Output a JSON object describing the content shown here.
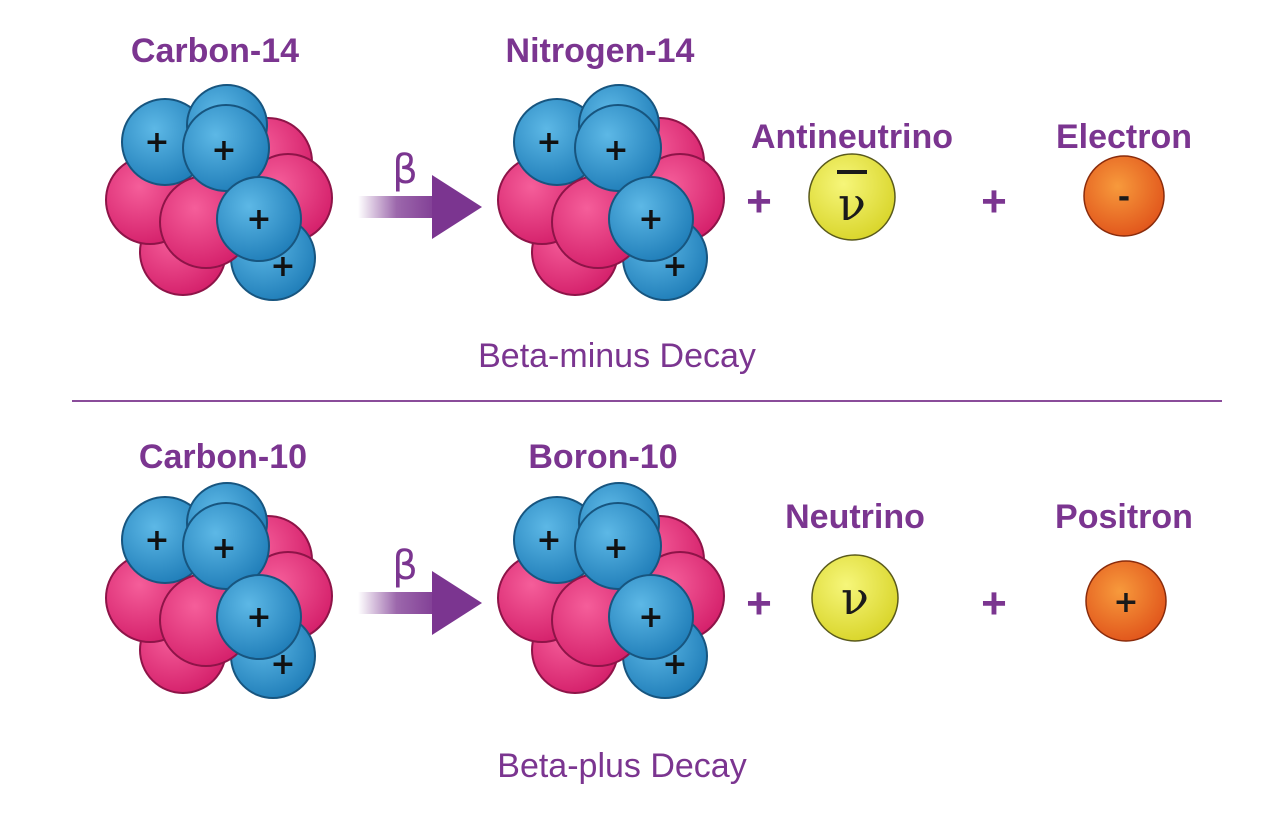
{
  "colors": {
    "text": "#7b3590",
    "proton": "#2f96d0",
    "neutron": "#e8307a",
    "neutrino": "#e4e43c",
    "lepton": "#e8641c",
    "divider": "#8a4c9a"
  },
  "beta_minus": {
    "parent_label": "Carbon-14",
    "daughter_label": "Nitrogen-14",
    "arrow_label": "β",
    "neutrino_label": "Antineutrino",
    "neutrino_symbol": "ν",
    "lepton_label": "Electron",
    "lepton_sign": "-",
    "plus_1": "+",
    "plus_2": "+",
    "caption": "Beta-minus Decay"
  },
  "beta_plus": {
    "parent_label": "Carbon-10",
    "daughter_label": "Boron-10",
    "arrow_label": "β",
    "neutrino_label": "Neutrino",
    "neutrino_symbol": "ν",
    "lepton_label": "Positron",
    "lepton_sign": "+",
    "plus_1": "+",
    "plus_2": "+",
    "caption": "Beta-plus Decay"
  },
  "proton_sign": "+"
}
